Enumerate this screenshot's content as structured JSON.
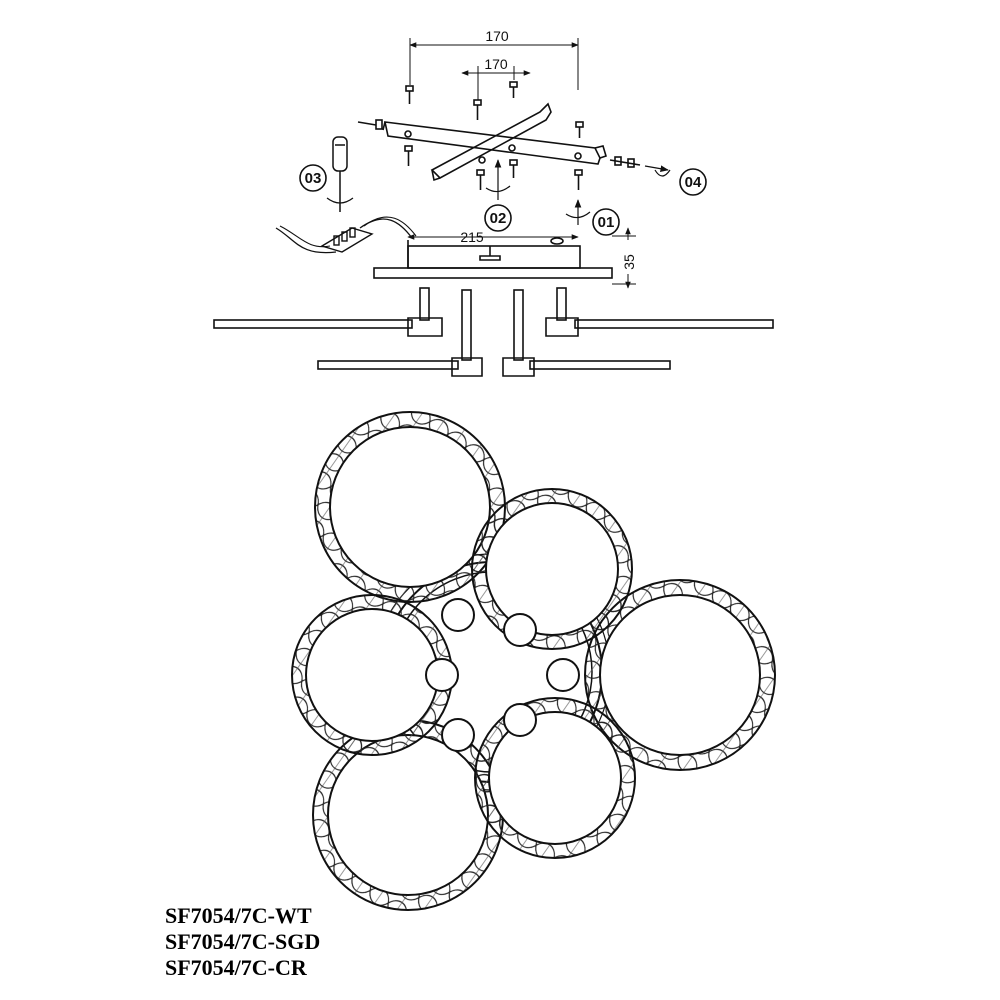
{
  "dimensions": {
    "outer_bracket_spacing": "170",
    "inner_bracket_spacing": "170",
    "canopy_width": "215",
    "canopy_height": "35"
  },
  "steps": [
    "03",
    "02",
    "01",
    "04"
  ],
  "models": [
    "SF7054/7C-WT",
    "SF7054/7C-SGD",
    "SF7054/7C-CR"
  ],
  "colors": {
    "line": "#111111",
    "background": "#ffffff"
  }
}
